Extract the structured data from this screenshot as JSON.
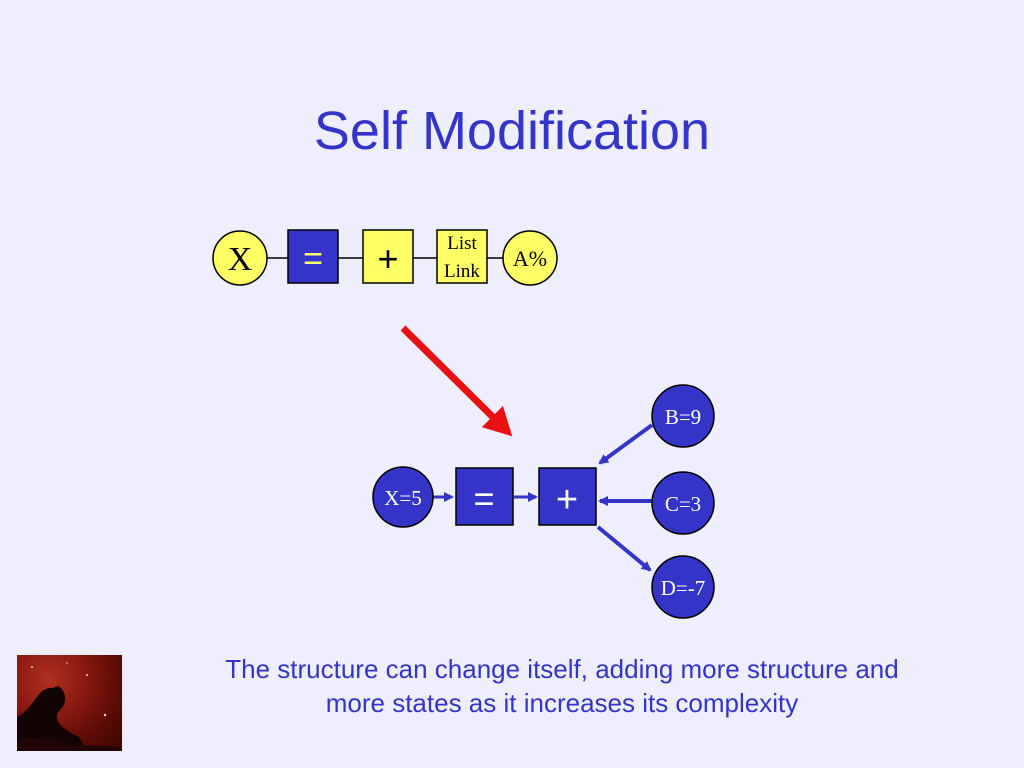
{
  "title": "Self Modification",
  "top_chain": {
    "x_label": "X",
    "equals_label": "=",
    "plus_label": "+",
    "list_link_line1": "List",
    "list_link_line2": "Link",
    "a_label": "A%"
  },
  "bottom_chain": {
    "x_label": "X=5",
    "equals_label": "=",
    "plus_label": "+",
    "b_label": "B=9",
    "c_label": "C=3",
    "d_label": "D=-7"
  },
  "caption_line1": "The structure can change itself, adding more structure and",
  "caption_line2": "more states as it increases its complexity",
  "colors": {
    "title": "#3434c8",
    "yellow_node": "#ffff66",
    "blue_node": "#3434c8",
    "arrow_red": "#e81010"
  }
}
